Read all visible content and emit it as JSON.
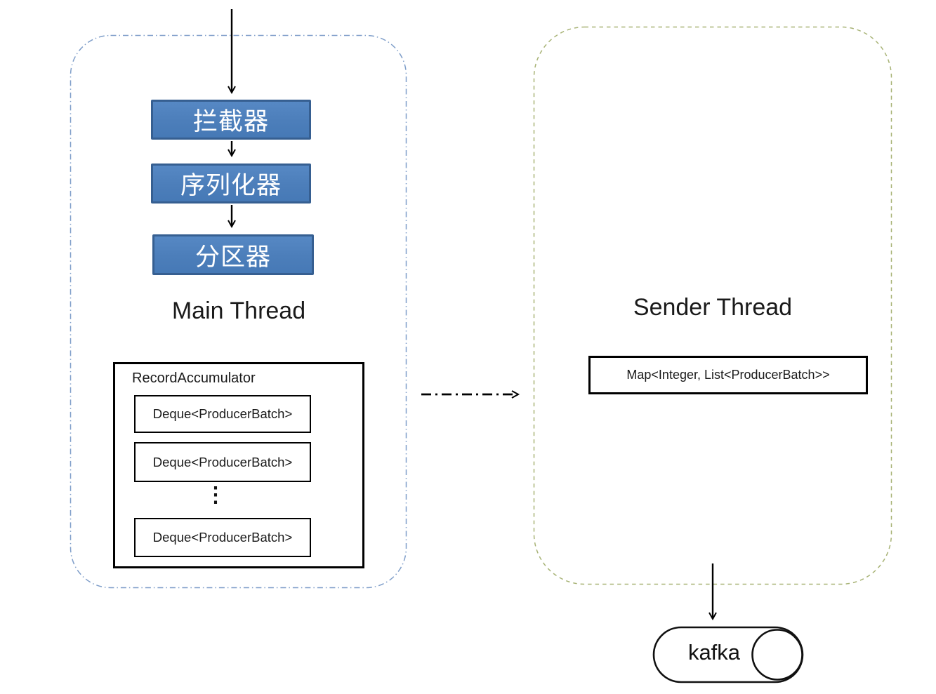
{
  "diagram": {
    "main_thread": {
      "title": "Main Thread",
      "pipeline": [
        "拦截器",
        "序列化器",
        "分区器"
      ],
      "accumulator": {
        "title": "RecordAccumulator",
        "deques": [
          "Deque<ProducerBatch>",
          "Deque<ProducerBatch>",
          "Deque<ProducerBatch>"
        ],
        "ellipsis": "⋮"
      }
    },
    "sender_thread": {
      "title": "Sender Thread",
      "map_label": "Map<Integer, List<ProducerBatch>>"
    },
    "kafka_label": "kafka",
    "colors": {
      "pipeline_box_fill": "#4f81bd",
      "pipeline_box_border": "#365f91",
      "main_container_border": "#7f9ec9",
      "sender_container_border": "#a8b376",
      "arrow": "#000000",
      "box_border": "#000000"
    }
  }
}
